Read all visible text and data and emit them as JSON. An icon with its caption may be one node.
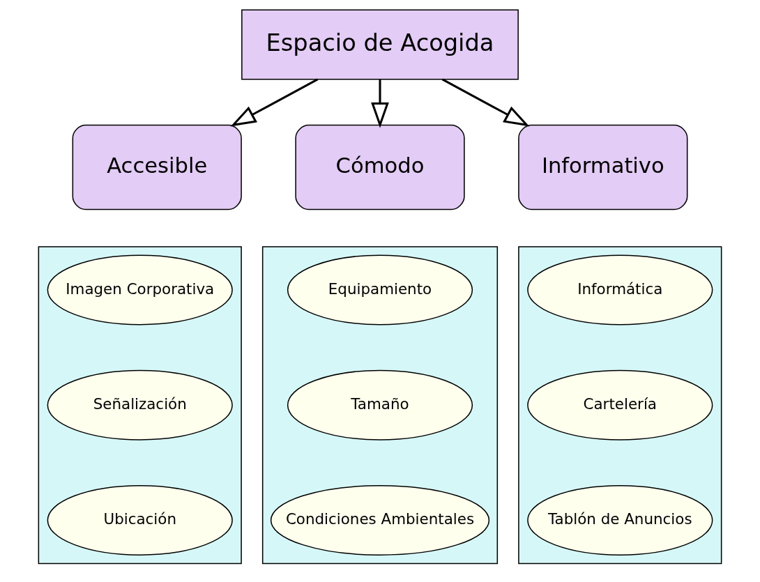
{
  "diagram": {
    "nodes": [
      {
        "text": [
          "Espacio de Acogida"
        ]
      },
      {
        "text": [
          "Accesible"
        ]
      },
      {
        "text": [
          "Cómodo"
        ]
      },
      {
        "text": [
          "Informativo"
        ]
      },
      {
        "text": [],
        "shape": "box"
      },
      {
        "text": [
          "Imagen Corporativa"
        ],
        "in": 4
      },
      {
        "text": [
          "Señalización"
        ],
        "in": 4
      },
      {
        "text": [
          "Ubicación"
        ],
        "in": 4
      },
      {
        "text": [],
        "shape": "box"
      },
      {
        "text": [
          "Equipamiento"
        ],
        "in": 8
      },
      {
        "text": [
          "Tamaño"
        ],
        "in": 8
      },
      {
        "text": [
          "Condiciones Ambientales"
        ],
        "in": 8
      },
      {
        "text": [],
        "shape": "box"
      },
      {
        "text": [
          "Informática"
        ],
        "in": 12
      },
      {
        "text": [
          "Cartelería"
        ],
        "in": 12
      },
      {
        "text": [
          "Tablón de Anuncios"
        ],
        "in": 12
      }
    ],
    "edges": [
      {
        "from": 0,
        "to": 1,
        "arrow": "to"
      },
      {
        "from": 0,
        "to": 2,
        "arrow": "to"
      },
      {
        "from": 0,
        "to": 3,
        "arrow": "to"
      }
    ]
  }
}
